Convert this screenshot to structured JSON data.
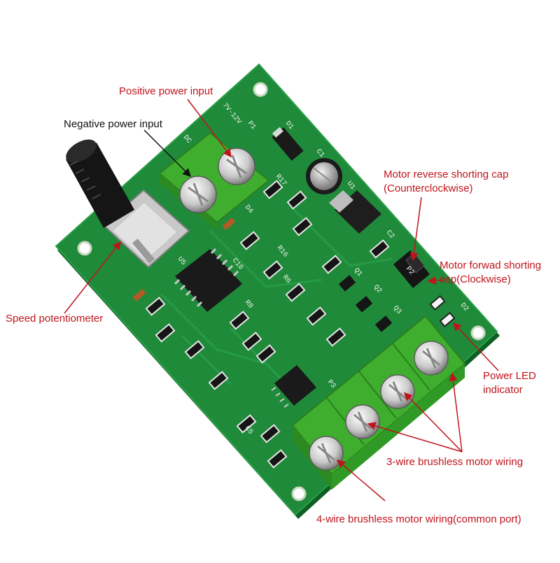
{
  "colors": {
    "board": "#1f8a3a",
    "board_edge": "#0f5e24",
    "terminal": "#3fae2e",
    "annotation": "#c0141c",
    "annotation_dark": "#111111"
  },
  "annotations": {
    "positive_power": "Positive power input",
    "negative_power": "Negative power input",
    "motor_reverse_line1": "Motor reverse shorting cap",
    "motor_reverse_line2": "(Counterclockwise)",
    "motor_forward_line1": "Motor forwad shorting",
    "motor_forward_line2": "cap(Clockwise)",
    "speed_pot": "Speed potentiometer",
    "power_led_line1": "Power LED",
    "power_led_line2": "indicator",
    "three_wire": "3-wire brushless motor wiring",
    "four_wire": "4-wire brushless motor wiring(common port)"
  },
  "silkscreen": {
    "voltage": "7V-12V",
    "dc": "DC",
    "p1": "P1",
    "p2": "P2",
    "u1": "U1",
    "u5": "U5",
    "d1": "D1",
    "d2": "D2",
    "d4": "D4",
    "q1": "Q1",
    "q2": "Q2",
    "q3": "Q3",
    "p3": "P3",
    "r6": "R6",
    "r8": "R8",
    "r16": "R16",
    "r17": "R17",
    "c1": "C1",
    "c2": "C2",
    "c5": "C5",
    "c10": "C10"
  }
}
